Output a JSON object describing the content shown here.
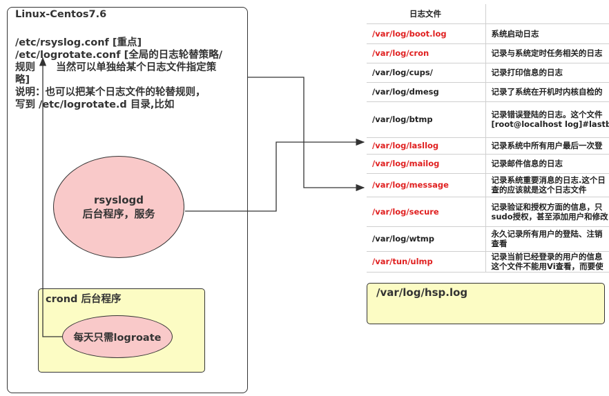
{
  "left_panel": {
    "title": "Linux-Centos7.6",
    "notes": [
      "/etc/rsyslog.conf [重点]",
      "/etc/logrotate.conf [全局的日志轮替策略/",
      "规则      当然可以单独给某个日志文件指定策",
      "略]",
      "说明：也可以把某个日志文件的轮替规则，",
      "写到 /etc/logrotate.d 目录,比如"
    ],
    "rsyslogd": {
      "line1": "rsyslogd",
      "line2": "后台程序，服务"
    },
    "crond": {
      "label": "crond 后台程序",
      "logrotate": "每天只需logroate"
    }
  },
  "table": {
    "header": "日志文件",
    "rows": [
      {
        "path": "/var/log/boot.log",
        "red": true,
        "desc": [
          "系统启动日志"
        ]
      },
      {
        "path": "/var/log/cron",
        "red": true,
        "desc": [
          "记录与系统定时任务相关的日志"
        ]
      },
      {
        "path": "/var/log/cups/",
        "red": false,
        "desc": [
          "记录打印信息的日志"
        ]
      },
      {
        "path": "/var/log/dmesg",
        "red": false,
        "desc": [
          "记录了系统在开机时内核自检的"
        ]
      },
      {
        "path": "/var/log/btmp",
        "red": false,
        "desc": [
          "记录错误登陆的日志。这个文件",
          "[root@localhost log]#lastb"
        ]
      },
      {
        "path": "/var/log/lasllog",
        "red": true,
        "desc": [
          "记录系统中所有用户最后一次登"
        ]
      },
      {
        "path": "/var/log/mailog",
        "red": true,
        "desc": [
          "记录邮件信息的日志"
        ]
      },
      {
        "path": "/var/log/message",
        "red": true,
        "desc": [
          "记录系统重要消息的日志.这个日",
          "查的应该就是这个日志文件"
        ]
      },
      {
        "path": "/var/log/secure",
        "red": true,
        "desc": [
          "记录验证和授权方面的信息，只",
          "sudo授权，甚至添加用户和修改"
        ]
      },
      {
        "path": "/var/log/wtmp",
        "red": false,
        "desc": [
          "永久记录所有用户的登陆、注销",
          "查看"
        ]
      },
      {
        "path": "/var/tun/ulmp",
        "red": true,
        "desc": [
          "记录当前已经登录的用户的信息",
          "这个文件不能用Vi查看，而要使"
        ]
      }
    ]
  },
  "hsp_box": {
    "text": "/var/log/hsp.log"
  },
  "colors": {
    "red_path": "#e02020",
    "ellipse_fill": "#f9c9c9",
    "yellow_fill": "#fcfcc4",
    "border": "#333333"
  }
}
